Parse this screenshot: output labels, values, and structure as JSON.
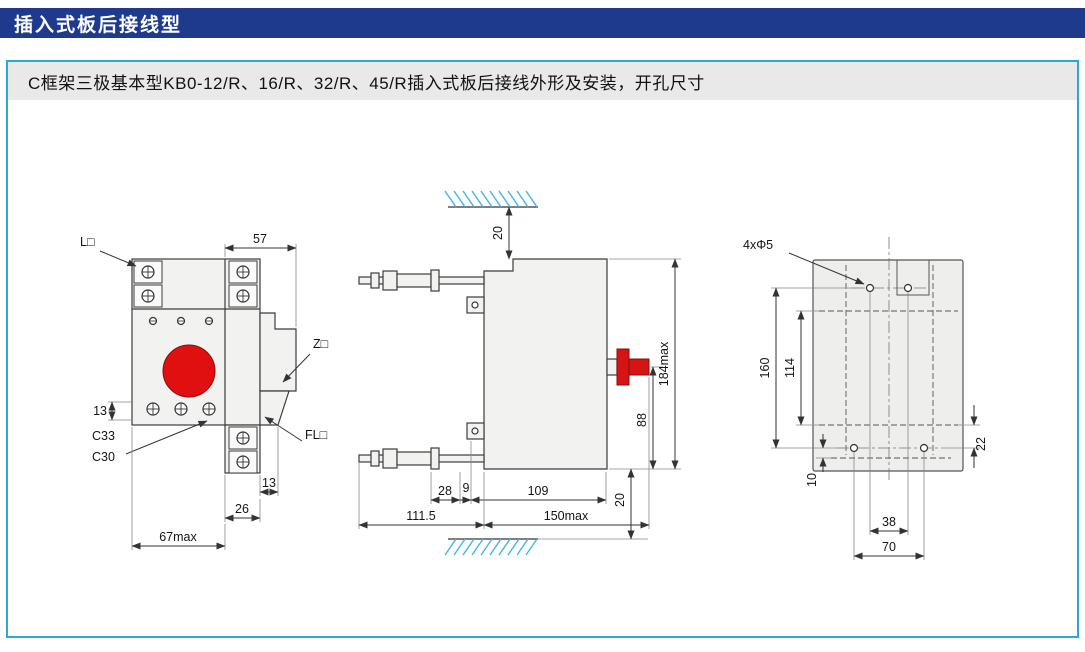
{
  "page": {
    "title": "插入式板后接线型",
    "subtitle": "C框架三极基本型KB0-12/R、16/R、32/R、45/R插入式板后接线外形及安装，开孔尺寸"
  },
  "colors": {
    "title_bar_bg": "#1e3a8c",
    "box_border": "#2ba7df",
    "subtitle_bg": "#e9e9e9",
    "hatch_blue": "#45b6e2",
    "button_red": "#e01010",
    "line": "#3c3c3c"
  },
  "front_view": {
    "terminal_label": "L□",
    "dim_57": "57",
    "z_label": "Z□",
    "fl_label": "FL□",
    "dim_13_left": "13",
    "c33": "C33",
    "c30": "C30",
    "dim_13_bottom": "13",
    "dim_26": "26",
    "dim_67": "67max"
  },
  "side_view": {
    "dim_20_top": "20",
    "dim_28": "28",
    "dim_9": "9",
    "dim_109": "109",
    "dim_111_5": "111.5",
    "dim_150": "150max",
    "dim_88": "88",
    "dim_184": "184max",
    "dim_20_bottom": "20"
  },
  "drill_view": {
    "holes_label": "4xΦ5",
    "dim_160": "160",
    "dim_114": "114",
    "dim_10": "10",
    "dim_22": "22",
    "dim_38": "38",
    "dim_70": "70"
  }
}
